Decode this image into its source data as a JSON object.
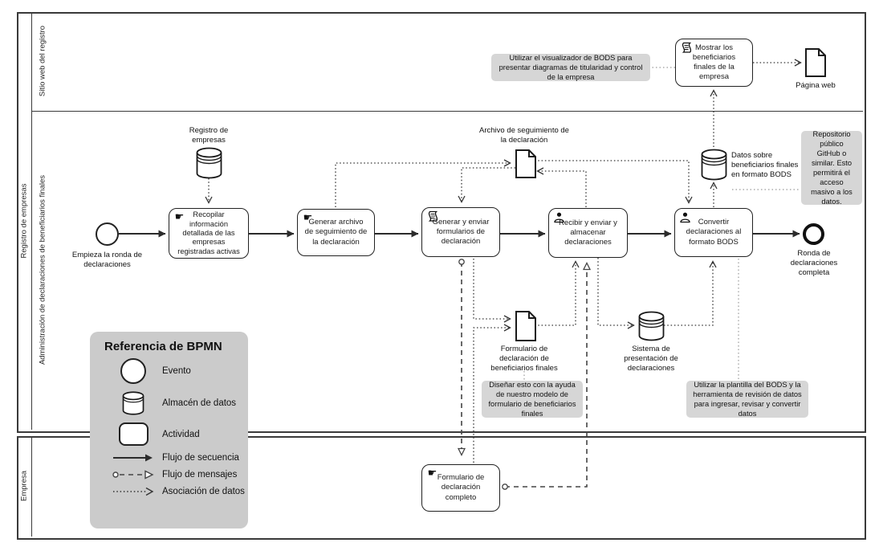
{
  "diagram": {
    "pools": {
      "registry": {
        "name": "Registro de empresas",
        "lanes": {
          "website": "Sitio web del registro",
          "admin": "Administración de declaraciones de beneficiarios finales"
        }
      },
      "company": {
        "name": "Empresa"
      }
    },
    "nodes": {
      "start_event": "Empieza la ronda de declaraciones",
      "end_event": "Ronda de declaraciones completa",
      "collect_info": "Recopilar información detallada de las empresas registradas activas",
      "generate_tracking": "Generar archivo de seguimiento de la declaración",
      "send_forms": "Generar y enviar formularios de declaración",
      "receive_store": "Recibir y enviar y almacenar declaraciones",
      "convert_bods": "Convertir declaraciones al formato BODS",
      "show_owners": "Mostrar los beneficiarios finales de la empresa",
      "complete_form": "Formulario de declaración completo",
      "datastore_registry": "Registro de empresas",
      "datastore_bods": "Datos sobre beneficiarios finales en formato BODS",
      "datastore_system": "Sistema de presentación de declaraciones",
      "doc_tracking": "Archivo de seguimiento de la declaración",
      "doc_form": "Formulario de declaración de beneficiarios finales",
      "doc_web": "Página web"
    },
    "notes": {
      "visualizer": "Utilizar el visualizador de BODS para presentar diagramas de titularidad y control de la empresa",
      "github": "Repositorio público GitHub o similar. Esto permitirá el acceso masivo a los datos.",
      "design": "Diseñar esto con la ayuda de nuestro modelo de formulario de beneficiarios finales",
      "template": "Utilizar la plantilla del BODS y la herramienta de revisión de datos para ingresar, revisar y convertir datos"
    },
    "legend": {
      "title": "Referencia de BPMN",
      "items": [
        "Evento",
        "Almacén de datos",
        "Actividad",
        "Flujo de secuencia",
        "Flujo de mensajes",
        "Asociación de datos"
      ]
    },
    "colors": {
      "note_fill": "#d6d6d6",
      "legend_fill": "#cbcbcb",
      "line": "#333333",
      "background": "#ffffff"
    }
  }
}
